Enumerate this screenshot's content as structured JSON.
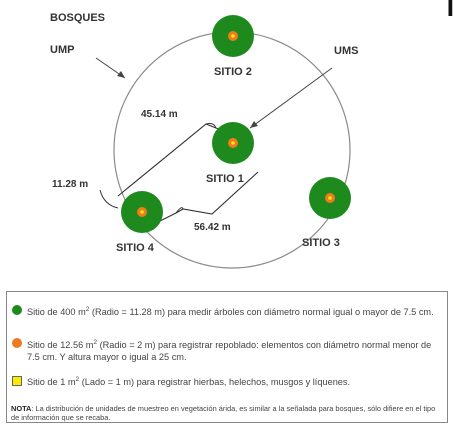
{
  "diagram": {
    "title": "BOSQUES",
    "ump_label": "UMP",
    "ums_label": "UMS",
    "corner_mark": "I",
    "sites": [
      {
        "label": "SITIO 1"
      },
      {
        "label": "SITIO 2"
      },
      {
        "label": "SITIO 3"
      },
      {
        "label": "SITIO 4"
      }
    ],
    "distances": {
      "d1": "45.14 m",
      "d2": "11.28 m",
      "d3": "56.42 m"
    },
    "colors": {
      "big_site": "#1e8a1e",
      "small_site": "#f07a20",
      "tiny_site": "#ffe800",
      "circle": "#888888"
    }
  },
  "legend": {
    "items": [
      {
        "symbol": "green-circle",
        "text_a": "Sitio de 400 m",
        "sup": "2",
        "text_b": " (Radio = 11.28 m) para medir árboles con diámetro normal igual o mayor de 7.5 cm."
      },
      {
        "symbol": "orange-circle",
        "text_a": "Sitio de 12.56 m",
        "sup": "2",
        "text_b": " (Radio = 2 m) para registrar repoblado: elementos con diámetro normal menor de 7.5 cm. Y altura mayor o igual a 25 cm."
      },
      {
        "symbol": "yellow-square",
        "text_a": "Sitio de 1 m",
        "sup": "2",
        "text_b": " (Lado = 1 m) para registrar hierbas, helechos, musgos y líquenes."
      }
    ],
    "note_label": "NOTA",
    "note_text": ": La distribución de unidades de muestreo en vegetación árida, es similar a la señalada para bosques, sólo difiere en el tipo de información que se recaba."
  }
}
